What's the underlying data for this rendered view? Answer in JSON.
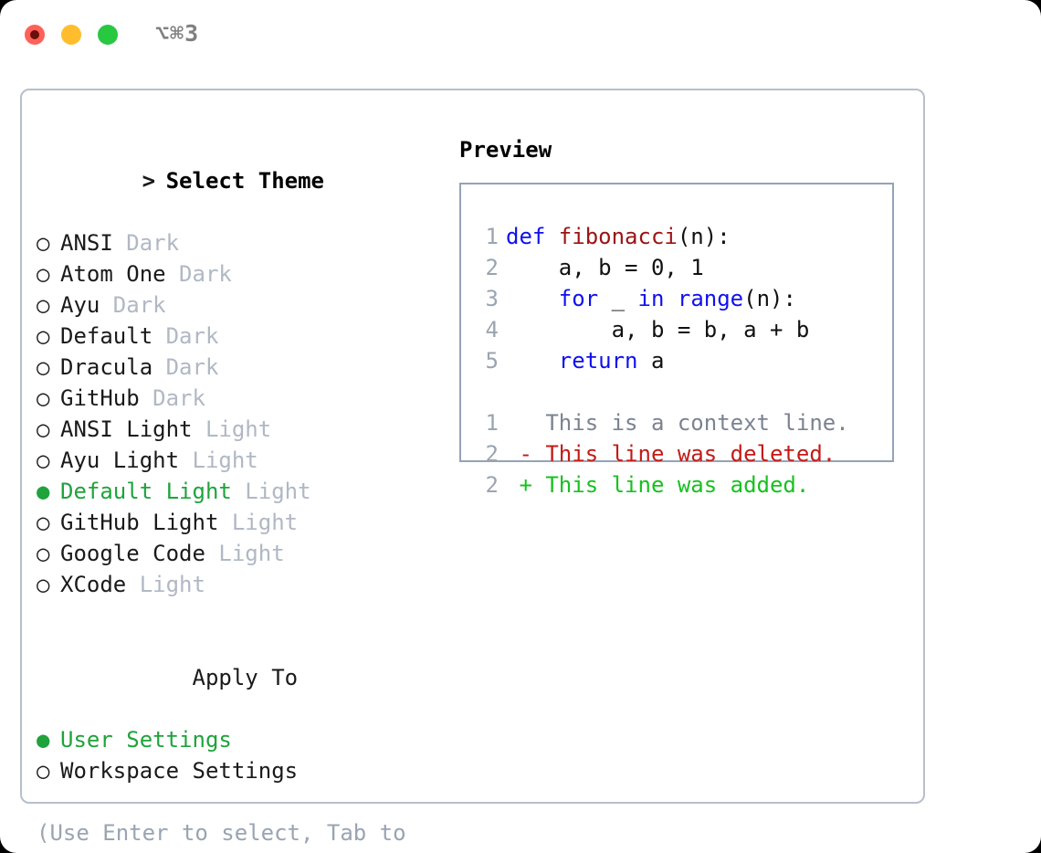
{
  "window": {
    "title": "⌥⌘3",
    "traffic_lights": [
      "close-red",
      "minimize-yellow",
      "maximize-green"
    ]
  },
  "theme_picker": {
    "header": "Select Theme",
    "header_prefix": ">",
    "bullet_selected": "●",
    "bullet_unselected": "○",
    "items": [
      {
        "name": "ANSI",
        "variant": "Dark",
        "selected": false
      },
      {
        "name": "Atom One",
        "variant": "Dark",
        "selected": false
      },
      {
        "name": "Ayu",
        "variant": "Dark",
        "selected": false
      },
      {
        "name": "Default",
        "variant": "Dark",
        "selected": false
      },
      {
        "name": "Dracula",
        "variant": "Dark",
        "selected": false
      },
      {
        "name": "GitHub",
        "variant": "Dark",
        "selected": false
      },
      {
        "name": "ANSI Light",
        "variant": "Light",
        "selected": false
      },
      {
        "name": "Ayu Light",
        "variant": "Light",
        "selected": false
      },
      {
        "name": "Default Light",
        "variant": "Light",
        "selected": true
      },
      {
        "name": "GitHub Light",
        "variant": "Light",
        "selected": false
      },
      {
        "name": "Google Code",
        "variant": "Light",
        "selected": false
      },
      {
        "name": "XCode",
        "variant": "Light",
        "selected": false
      }
    ]
  },
  "apply_to": {
    "header": "Apply To",
    "items": [
      {
        "name": "User Settings",
        "selected": true
      },
      {
        "name": "Workspace Settings",
        "selected": false
      }
    ]
  },
  "help": "(Use Enter to select, Tab to change focus)",
  "preview": {
    "title": "Preview",
    "code_lines": [
      {
        "num": "1",
        "tokens": [
          {
            "t": "def ",
            "c": "kw"
          },
          {
            "t": "fibonacci",
            "c": "fn"
          },
          {
            "t": "(n):",
            "c": "tx"
          }
        ]
      },
      {
        "num": "2",
        "tokens": [
          {
            "t": "    a, b = 0, 1",
            "c": "tx"
          }
        ]
      },
      {
        "num": "3",
        "tokens": [
          {
            "t": "    ",
            "c": "tx"
          },
          {
            "t": "for",
            "c": "kw"
          },
          {
            "t": " _ ",
            "c": "tx"
          },
          {
            "t": "in",
            "c": "kw"
          },
          {
            "t": " ",
            "c": "tx"
          },
          {
            "t": "range",
            "c": "kw"
          },
          {
            "t": "(n):",
            "c": "tx"
          }
        ]
      },
      {
        "num": "4",
        "tokens": [
          {
            "t": "        a, b = b, a + b",
            "c": "tx"
          }
        ]
      },
      {
        "num": "5",
        "tokens": [
          {
            "t": "    ",
            "c": "tx"
          },
          {
            "t": "return",
            "c": "kw"
          },
          {
            "t": " a",
            "c": "tx"
          }
        ]
      }
    ],
    "diff_lines": [
      {
        "num": "1",
        "marker": " ",
        "text": "This is a context line.",
        "kind": "ctx"
      },
      {
        "num": "2",
        "marker": "-",
        "text": "This line was deleted.",
        "kind": "del"
      },
      {
        "num": "2",
        "marker": "+",
        "text": "This line was added.",
        "kind": "add"
      }
    ]
  },
  "colors": {
    "selected_green": "#1fa33c",
    "muted_grey": "#b0b8c4",
    "help_grey": "#9aa4b2",
    "border": "#b6bfcc",
    "preview_border": "#94a3b8",
    "keyword_blue": "#1010ee",
    "function_red": "#9c1313",
    "diff_add": "#18c020",
    "diff_del": "#c21b17",
    "traffic_red": "#ff6159",
    "traffic_yellow": "#ffbd2e",
    "traffic_green": "#28c840"
  }
}
